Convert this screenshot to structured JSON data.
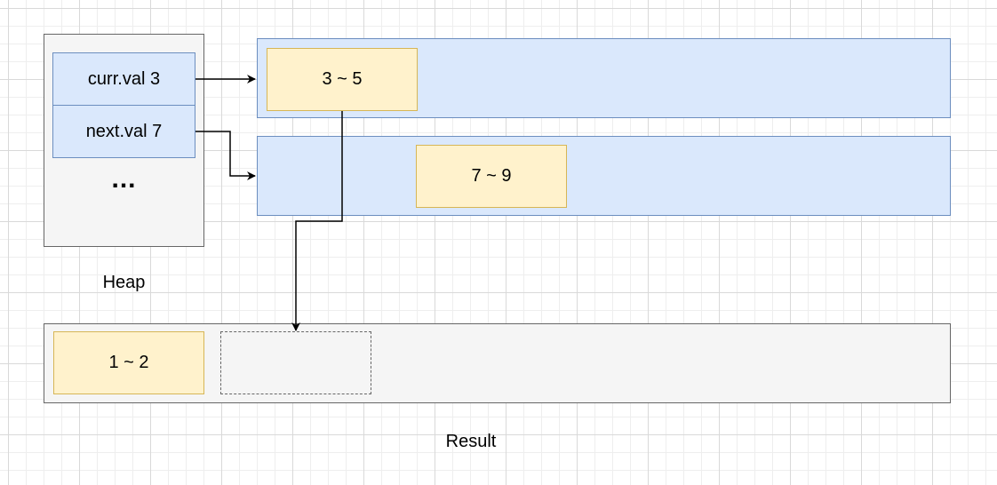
{
  "heap": {
    "curr_label": "curr.val 3",
    "next_label": "next.val 7",
    "ellipsis": "...",
    "caption": "Heap"
  },
  "lanes": [
    {
      "intervals": [
        "3 ~ 5"
      ]
    },
    {
      "intervals": [
        "7 ~ 9"
      ]
    }
  ],
  "result": {
    "intervals": [
      "1 ~ 2"
    ],
    "caption": "Result"
  },
  "colors": {
    "heap_cell_fill": "#dae8fc",
    "heap_cell_stroke": "#6c8ebf",
    "interval_fill": "#fff2cc",
    "interval_stroke": "#d6b656",
    "container_fill": "#f5f5f5",
    "container_stroke": "#666666"
  }
}
